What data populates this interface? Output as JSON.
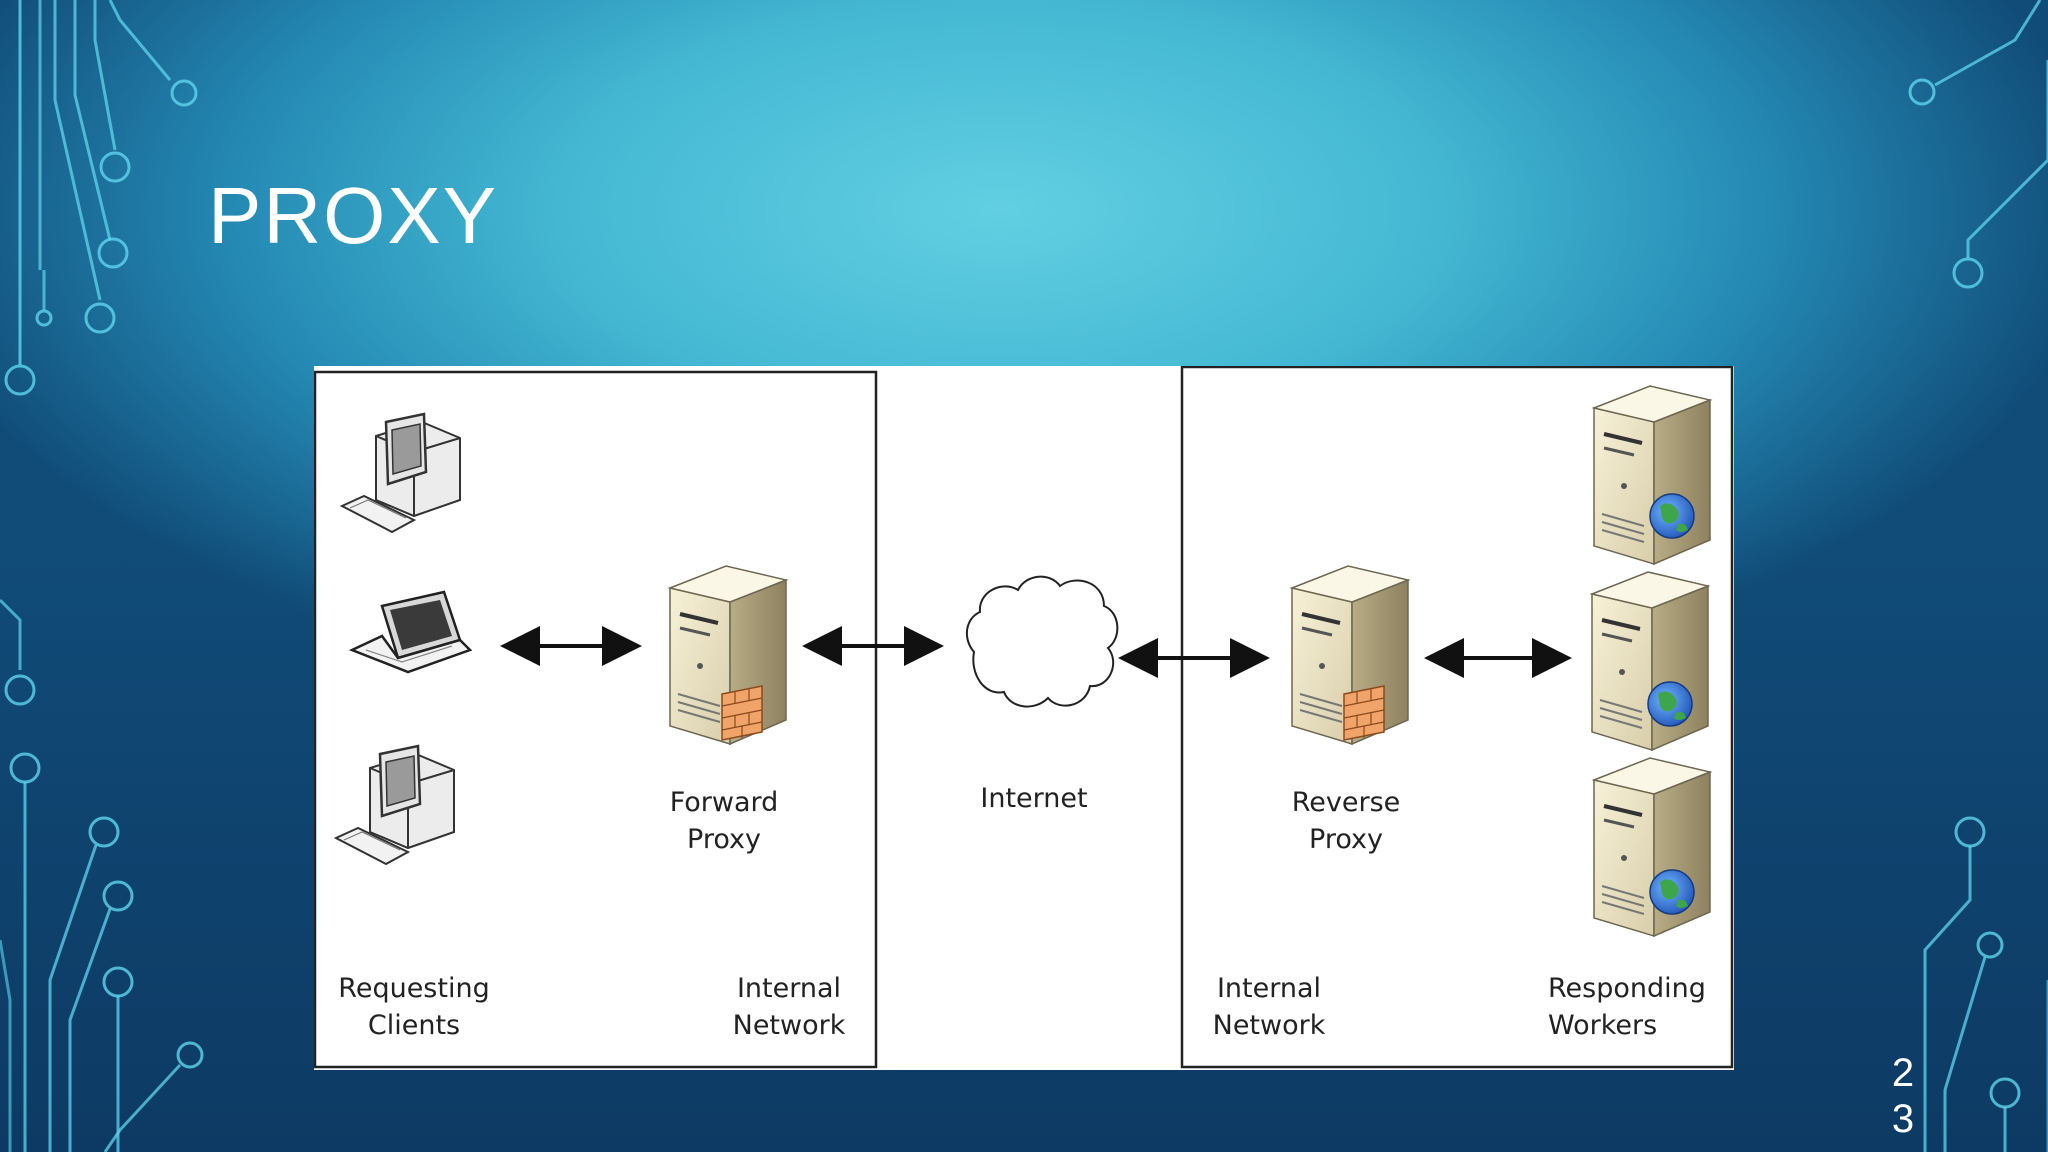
{
  "slide": {
    "title": "PROXY",
    "slide_number": "23"
  },
  "diagram": {
    "labels": {
      "requesting_clients": [
        "Requesting",
        "Clients"
      ],
      "internal_network_left": [
        "Internal",
        "Network"
      ],
      "forward_proxy": [
        "Forward",
        "Proxy"
      ],
      "internet": "Internet",
      "reverse_proxy": [
        "Reverse",
        "Proxy"
      ],
      "internal_network_right": [
        "Internal",
        "Network"
      ],
      "responding_workers": [
        "Responding",
        "Workers"
      ]
    },
    "icons": [
      "desktop-computer-icon",
      "laptop-icon",
      "desktop-computer-icon",
      "server-firewall-icon",
      "cloud-icon",
      "server-firewall-icon",
      "web-server-icon",
      "web-server-icon",
      "web-server-icon"
    ]
  },
  "colors": {
    "background": "#44b8d3",
    "circuit": "#5fd6ee",
    "text": "#ffffff",
    "diagram_text": "#222222"
  }
}
